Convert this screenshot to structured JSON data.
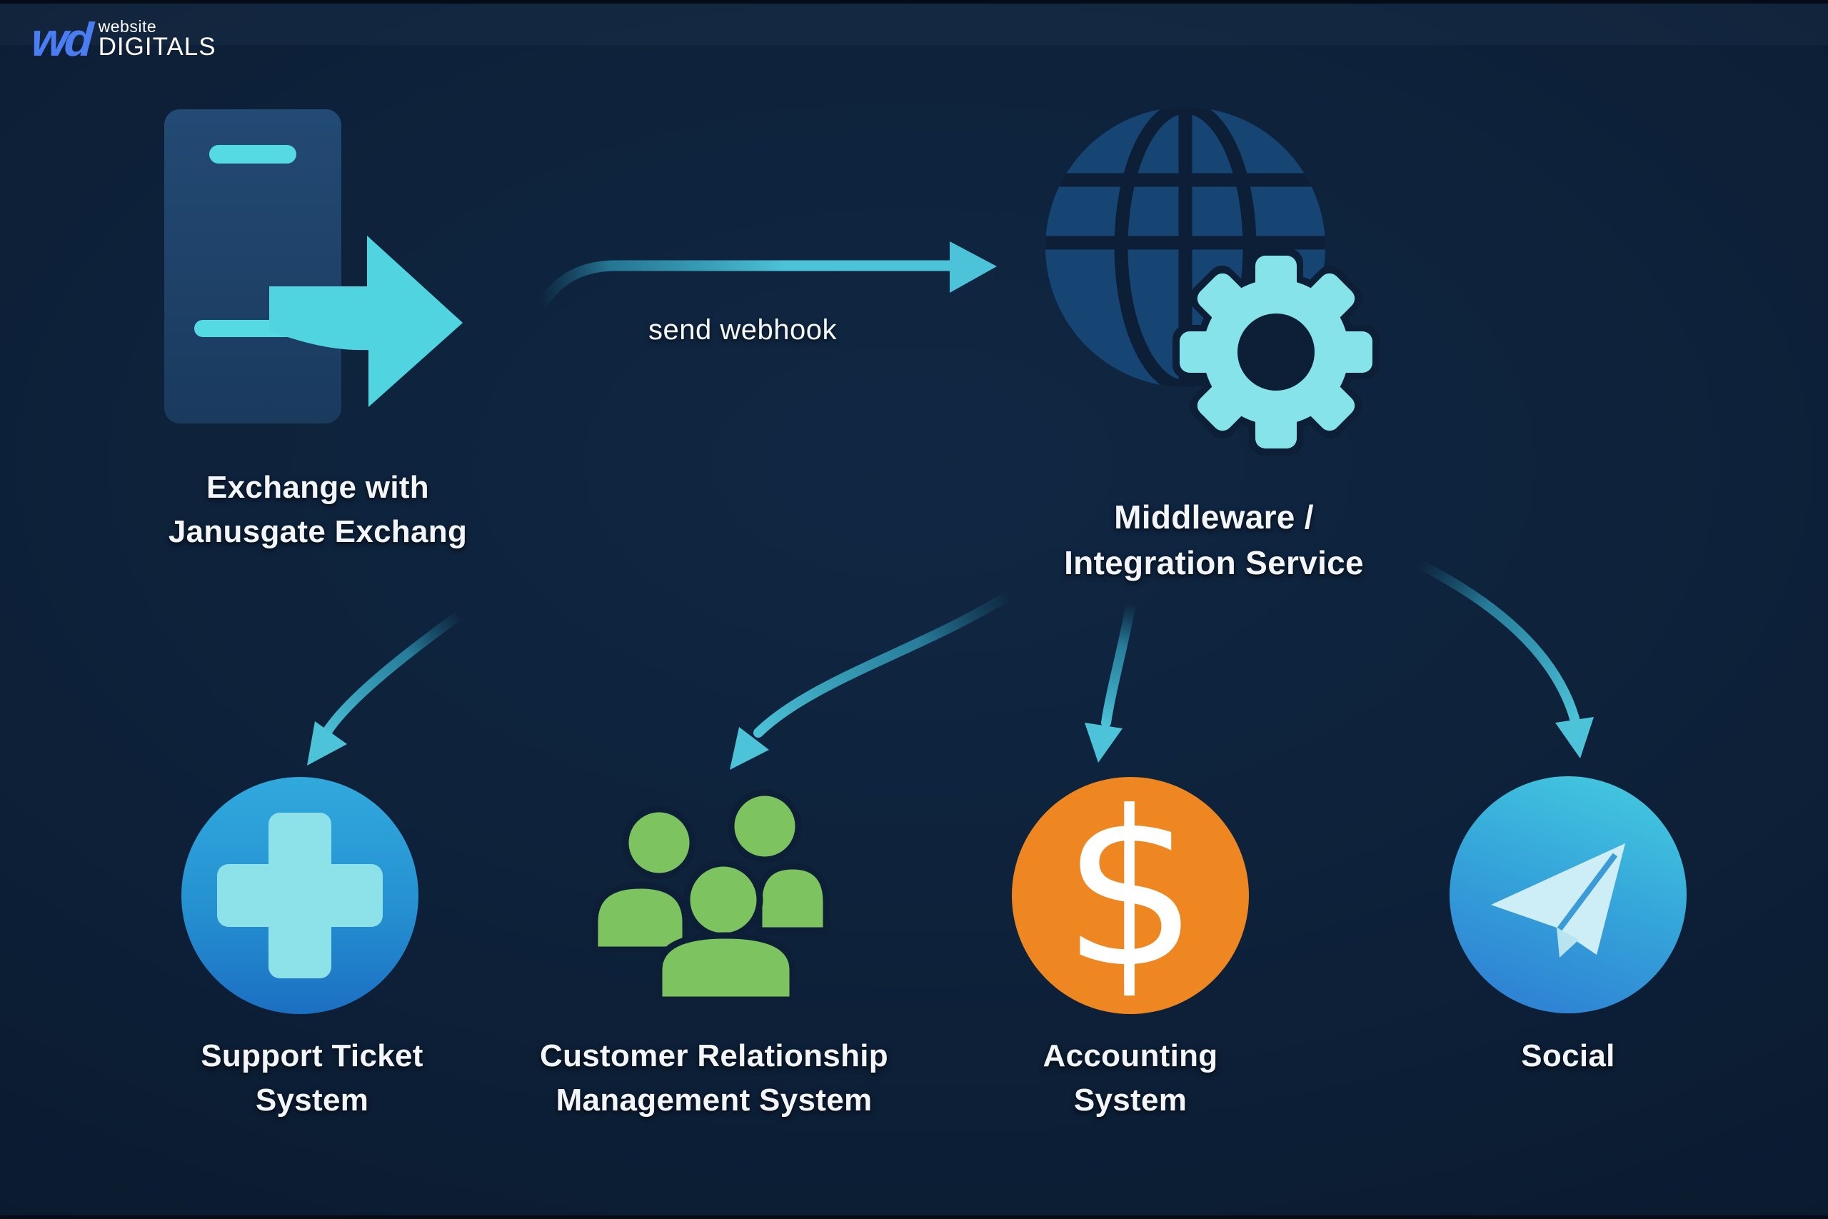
{
  "brand": {
    "mark": "wd",
    "name_top": "website",
    "name_bottom": "DIGITALS",
    "mark_color": "#4b7df2"
  },
  "source": {
    "icon": "phone-export-icon",
    "label_line1": "Exchange with",
    "label_line2": "Janusgate Exchang"
  },
  "edges": {
    "webhook_label": "send webhook",
    "arrow_color": "#4cc3d8"
  },
  "middleware": {
    "icon": "globe-gear-icon",
    "label_line1": "Middleware /",
    "label_line2": "Integration Service"
  },
  "targets": [
    {
      "id": "support",
      "icon": "medical-cross-icon",
      "label_line1": "Support Ticket",
      "label_line2": "System",
      "color": "#2591d1"
    },
    {
      "id": "crm",
      "icon": "people-group-icon",
      "label_line1": "Customer Relationship",
      "label_line2": "Management System",
      "color": "#7dc35f"
    },
    {
      "id": "accounting",
      "icon": "dollar-icon",
      "symbol": "$",
      "label_line1": "Accounting",
      "label_line2": "System",
      "color": "#ee8721"
    },
    {
      "id": "social",
      "icon": "telegram-plane-icon",
      "label_line1": "Social",
      "label_line2": "",
      "color": "#2d7ad2"
    }
  ],
  "colors": {
    "background": "#0d2038",
    "cyan_accent": "#55d9e3",
    "globe_blue": "#174573",
    "gear_cyan": "#87e3ea",
    "text": "#f2f6fa"
  }
}
